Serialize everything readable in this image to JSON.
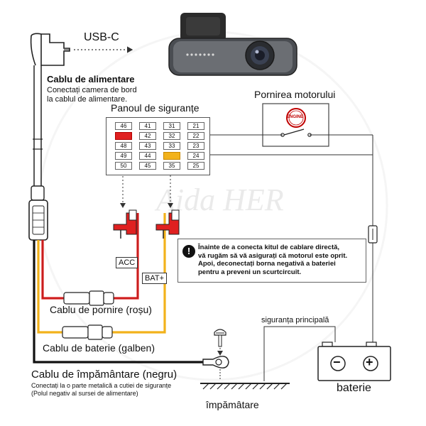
{
  "usb_label": "USB-C",
  "power_cable": {
    "title": "Cablu de alimentare",
    "line1": "Conectați camera de bord",
    "line2": "la cablul de alimentare."
  },
  "engine": {
    "title": "Pornirea motorului",
    "badge": "ENGINE"
  },
  "fuse_panel": {
    "title": "Panoul de siguranțe",
    "rows": [
      [
        "46",
        "41",
        "31",
        "21"
      ],
      [
        "",
        "42",
        "32",
        "22"
      ],
      [
        "48",
        "43",
        "33",
        "23"
      ],
      [
        "49",
        "44",
        "",
        "24"
      ],
      [
        "50",
        "45",
        "35",
        "25"
      ]
    ]
  },
  "tags": {
    "acc": "ACC",
    "bat": "BAT+"
  },
  "warning": {
    "icon": "!",
    "line1": "Înainte de a conecta kitul de cablare directă,",
    "line2": "vă rugăm să vă asigurați că motorul este oprit.",
    "line3": "Apoi, deconectați borna negativă a bateriei",
    "line4": "pentru a preveni un scurtcircuit."
  },
  "ignition_cable": "Cablu de pornire (roșu)",
  "battery_cable": "Cablu de baterie (galben)",
  "ground_cable": {
    "title": "Cablu de împământare (negru)",
    "line1": "Conectați la o parte metalică a cutiei de siguranțe",
    "line2": "(Polul negativ al sursei de alimentare)"
  },
  "main_fuse": "siguranța principală",
  "battery": {
    "label": "baterie",
    "minus": "−",
    "plus": "+"
  },
  "ground": "împămâtare",
  "watermark": "Aida HER",
  "colors": {
    "red_wire": "#e02020",
    "yellow_wire": "#f2b21b",
    "black_wire": "#111111"
  }
}
